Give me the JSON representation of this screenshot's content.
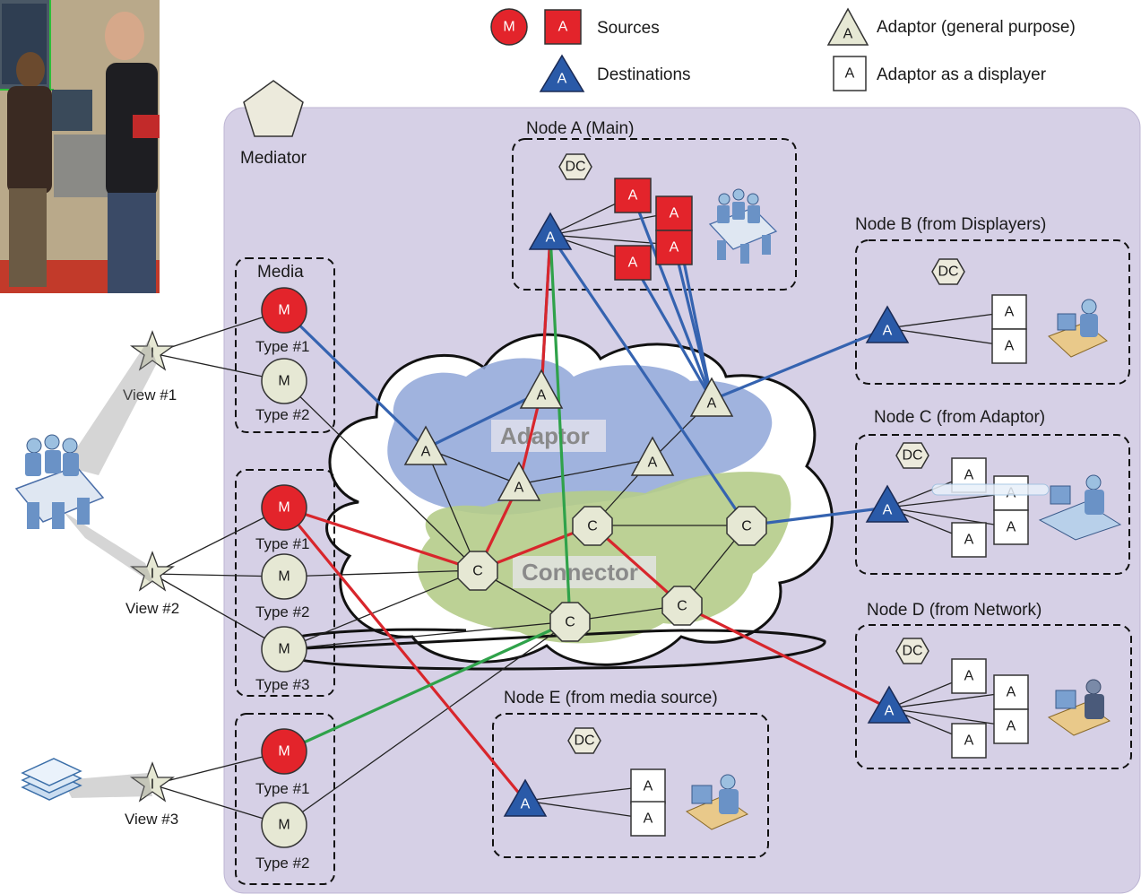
{
  "legend": {
    "sources": "Sources",
    "destinations": "Destinations",
    "adaptor_general": "Adaptor (general purpose)",
    "adaptor_displayer": "Adaptor as a displayer"
  },
  "mediator": "Mediator",
  "media_title": "Media",
  "glyphs": {
    "media": "M",
    "adaptor": "A",
    "connector": "C",
    "dc": "DC",
    "view": "I"
  },
  "media_types": {
    "type1": "Type #1",
    "type2": "Type #2",
    "type3": "Type #3"
  },
  "views": [
    "View #1",
    "View #2",
    "View #3"
  ],
  "clouds": {
    "adaptor": "Adaptor",
    "connector": "Connector"
  },
  "nodes": {
    "a": "Node A (Main)",
    "b": "Node B (from Displayers)",
    "c": "Node C (from Adaptor)",
    "d": "Node D (from Network)",
    "e": "Node E (from media source)"
  },
  "colors": {
    "panel": "#d6d0e6",
    "source_red": "#e3242b",
    "destination_blue": "#2a5aa8",
    "adaptor_fill": "#e6e8d4",
    "link_blue": "#3563b0",
    "link_red": "#d8262c",
    "link_green": "#2fa24a",
    "adaptor_cloud": "#8fa6d8",
    "connector_cloud": "#b5cc8a"
  },
  "icons": {
    "photo": "photo-of-people-icon",
    "meeting": "meeting-group-icon",
    "worker": "person-at-computer-icon",
    "documents": "document-stack-icon"
  }
}
